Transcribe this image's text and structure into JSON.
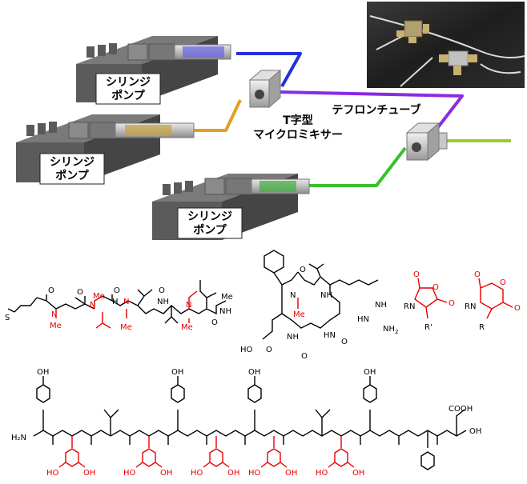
{
  "figure": {
    "pump_label_line1": "シリンジ",
    "pump_label_line2": "ポンプ",
    "mixer_label_line1": "T字型",
    "mixer_label_line2": "マイクロミキサー",
    "tube_label": "テフロンチューブ"
  },
  "chem_text": {
    "me": "Me",
    "nh": "NH",
    "hn": "HN",
    "n": "N",
    "h": "H",
    "o": "O",
    "s": "S",
    "oh": "OH",
    "ho": "HO",
    "rn": "RN",
    "r": "R",
    "r_prime": "R'",
    "nh2": "NH",
    "sub2": "2",
    "h2n": "H₂N",
    "cooh": "COOH"
  },
  "colors": {
    "pump_body": "#5b5b5b",
    "blue_tube": "#2430d8",
    "orange_tube": "#e0a020",
    "green_tube": "#38c030",
    "purple_tube": "#8a2be2",
    "yellowgreen_tube": "#9acd32",
    "highlight_red": "#e60000"
  }
}
